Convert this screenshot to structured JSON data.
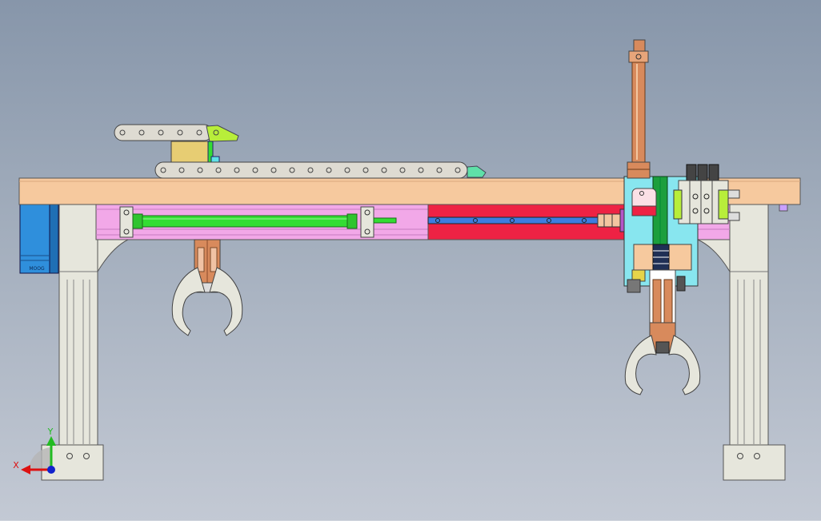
{
  "view": {
    "background_top": "#8796aa",
    "background_bottom": "#c3c9d4"
  },
  "triad": {
    "x_label": "X",
    "y_label": "Y",
    "x_color": "#dd1111",
    "y_color": "#22bb22",
    "z_color": "#1122cc"
  },
  "motor_label": "MOOG",
  "colors": {
    "beam": "#f6c99e",
    "frame": "#e6e6dc",
    "pink_rail": "#f2a8e8",
    "red_rail": "#ee2244",
    "cylinder": "#33dd33",
    "carriage": "#88e6ef",
    "cable_chain": "#dedbd2",
    "copper": "#d88a5c",
    "motor": "#2f8fdc",
    "block": "#e7cd73"
  },
  "parts": [
    "gantry-beam",
    "left-leg",
    "right-leg",
    "servo-motor",
    "cable-chain",
    "pneumatic-cylinder",
    "linear-guide",
    "z-carriage",
    "vertical-cylinder",
    "valve-bank",
    "left-gripper",
    "right-gripper"
  ]
}
